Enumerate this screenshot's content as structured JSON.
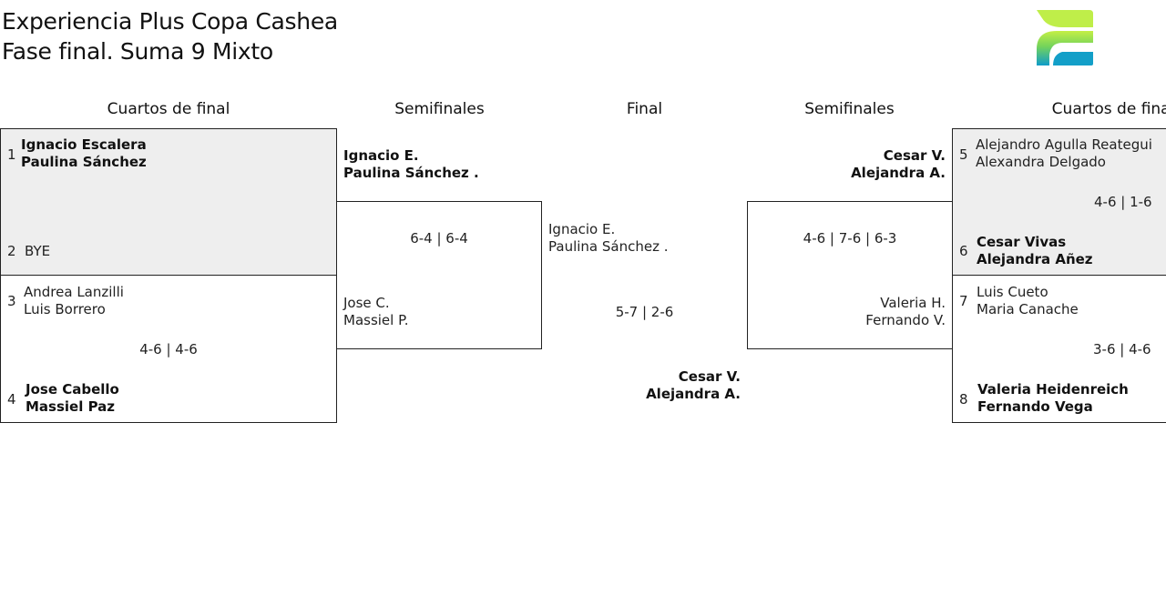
{
  "title": {
    "line1": "Experiencia Plus Copa Cashea",
    "line2": "Fase final. Suma 9 Mixto"
  },
  "logo": {
    "icon": "cashea-logo",
    "colors": [
      "#b7e94e",
      "#19a2c7"
    ]
  },
  "rounds": {
    "left_qf": "Cuartos de final",
    "left_sf": "Semifinales",
    "final": "Final",
    "right_sf": "Semifinales",
    "right_qf": "Cuartos de final"
  },
  "qf_left": {
    "m1": {
      "s1": "1",
      "p1a": "Ignacio Escalera",
      "p1b": "Paulina Sánchez",
      "s2": "2",
      "p2a": "BYE"
    },
    "m2": {
      "s1": "3",
      "p1a": "Andrea Lanzilli",
      "p1b": "Luis Borrero",
      "score": "4-6 | 4-6",
      "s2": "4",
      "p2a": "Jose Cabello",
      "p2b": "Massiel Paz"
    }
  },
  "sf_left": {
    "top_a": "Ignacio E.",
    "top_b": "Paulina Sánchez .",
    "score": "6-4 | 6-4",
    "bot_a": "Jose C.",
    "bot_b": "Massiel P."
  },
  "final": {
    "top_a": "Ignacio E.",
    "top_b": "Paulina Sánchez .",
    "score": "5-7 | 2-6",
    "bot_a": "Cesar V.",
    "bot_b": "Alejandra A."
  },
  "sf_right": {
    "top_a": "Cesar V.",
    "top_b": "Alejandra A.",
    "score": "4-6 | 7-6 | 6-3",
    "bot_a": "Valeria H.",
    "bot_b": "Fernando V."
  },
  "qf_right": {
    "m1": {
      "s1": "5",
      "p1a": "Alejandro Agulla Reategui",
      "p1b": "Alexandra Delgado",
      "score": "4-6 | 1-6",
      "s2": "6",
      "p2a": "Cesar Vivas",
      "p2b": "Alejandra Añez"
    },
    "m2": {
      "s1": "7",
      "p1a": "Luis Cueto",
      "p1b": "Maria Canache",
      "score": "3-6 | 4-6",
      "s2": "8",
      "p2a": "Valeria Heidenreich",
      "p2b": "Fernando Vega"
    }
  },
  "colors": {
    "shaded_bg": "#eeeeee",
    "border": "#222222"
  }
}
